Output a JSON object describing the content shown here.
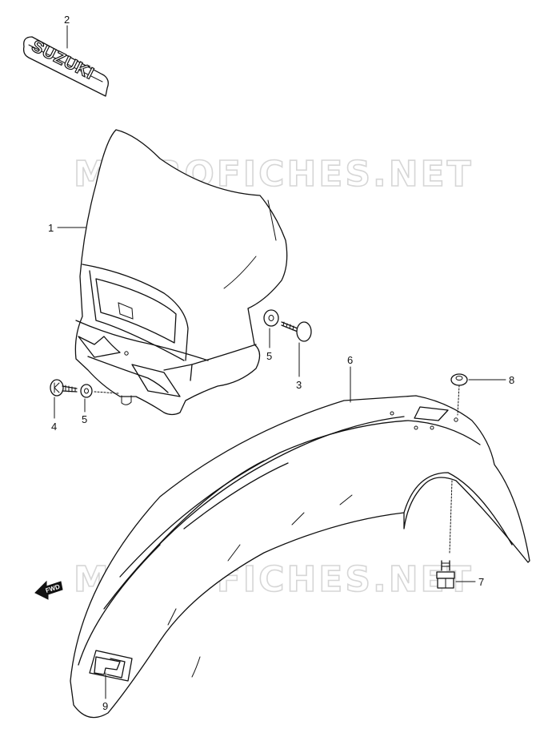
{
  "watermark": "MICROFICHES.NET",
  "emblem_text": "SUZUKI",
  "fwd_label": "FWD",
  "callouts": [
    {
      "id": "1",
      "label": "1"
    },
    {
      "id": "2",
      "label": "2"
    },
    {
      "id": "3",
      "label": "3"
    },
    {
      "id": "4",
      "label": "4"
    },
    {
      "id": "5a",
      "label": "5"
    },
    {
      "id": "5b",
      "label": "5"
    },
    {
      "id": "6",
      "label": "6"
    },
    {
      "id": "7",
      "label": "7"
    },
    {
      "id": "8",
      "label": "8"
    },
    {
      "id": "9",
      "label": "9"
    }
  ]
}
